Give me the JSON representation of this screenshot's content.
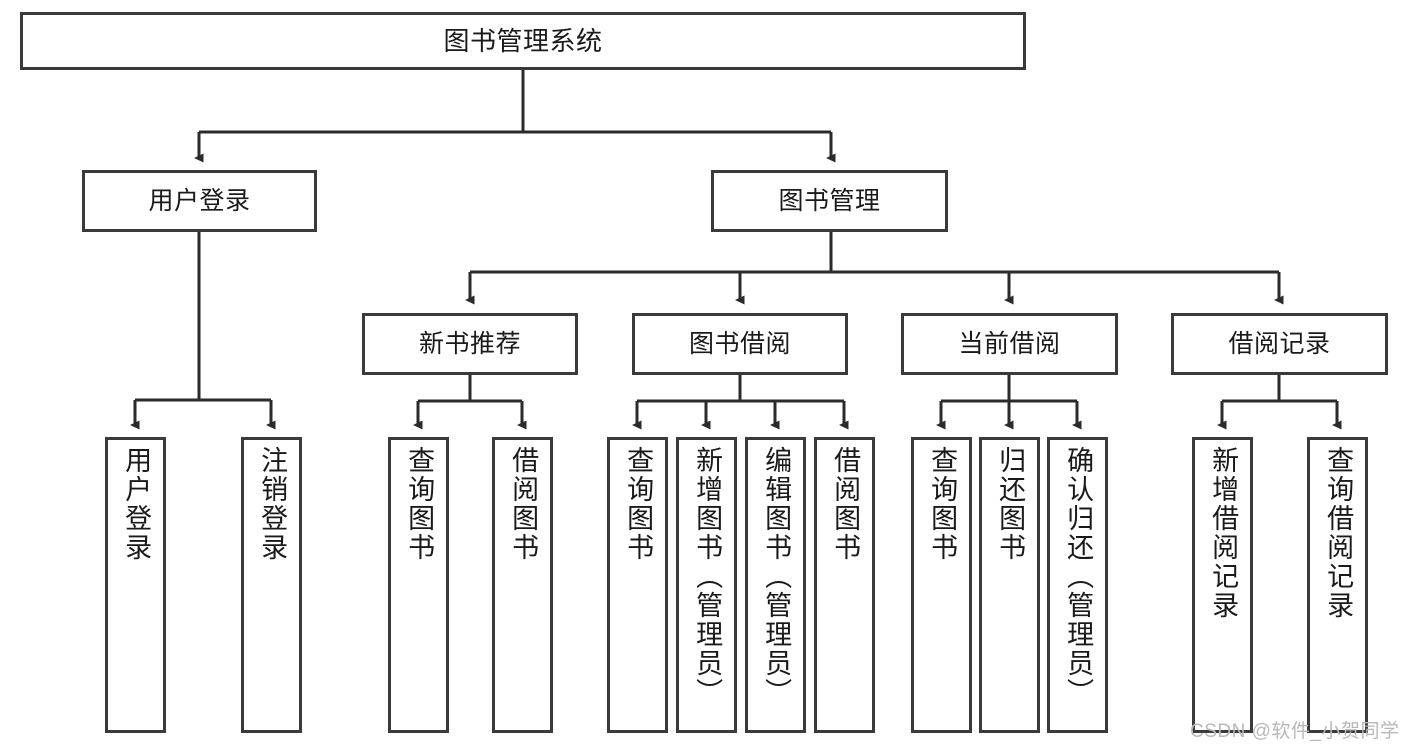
{
  "diagram": {
    "title": "图书管理系统",
    "type": "tree-hierarchy-chart",
    "colors": {
      "box_border": "#3a3a3a",
      "box_fill": "#ffffff",
      "connector": "#2b2b2b",
      "text": "#1a1a1a",
      "watermark": "#b8b8b8"
    },
    "root": {
      "label": "图书管理系统"
    },
    "level2": [
      {
        "label": "用户登录"
      },
      {
        "label": "图书管理"
      }
    ],
    "level3": [
      {
        "label": "新书推荐"
      },
      {
        "label": "图书借阅"
      },
      {
        "label": "当前借阅"
      },
      {
        "label": "借阅记录"
      }
    ],
    "leaves": {
      "user_login": [
        {
          "label": "用户登录"
        },
        {
          "label": "注销登录"
        }
      ],
      "new_book_recommend": [
        {
          "label": "查询图书"
        },
        {
          "label": "借阅图书"
        }
      ],
      "book_borrow": [
        {
          "label": "查询图书"
        },
        {
          "label": "新增图书（管理员）"
        },
        {
          "label": "编辑图书（管理员）"
        },
        {
          "label": "借阅图书"
        }
      ],
      "current_borrow": [
        {
          "label": "查询图书"
        },
        {
          "label": "归还图书"
        },
        {
          "label": "确认归还（管理员）"
        }
      ],
      "borrow_record": [
        {
          "label": "新增借阅记录"
        },
        {
          "label": "查询借阅记录"
        }
      ]
    }
  },
  "watermark": {
    "text": "CSDN @软件_小贺同学"
  }
}
